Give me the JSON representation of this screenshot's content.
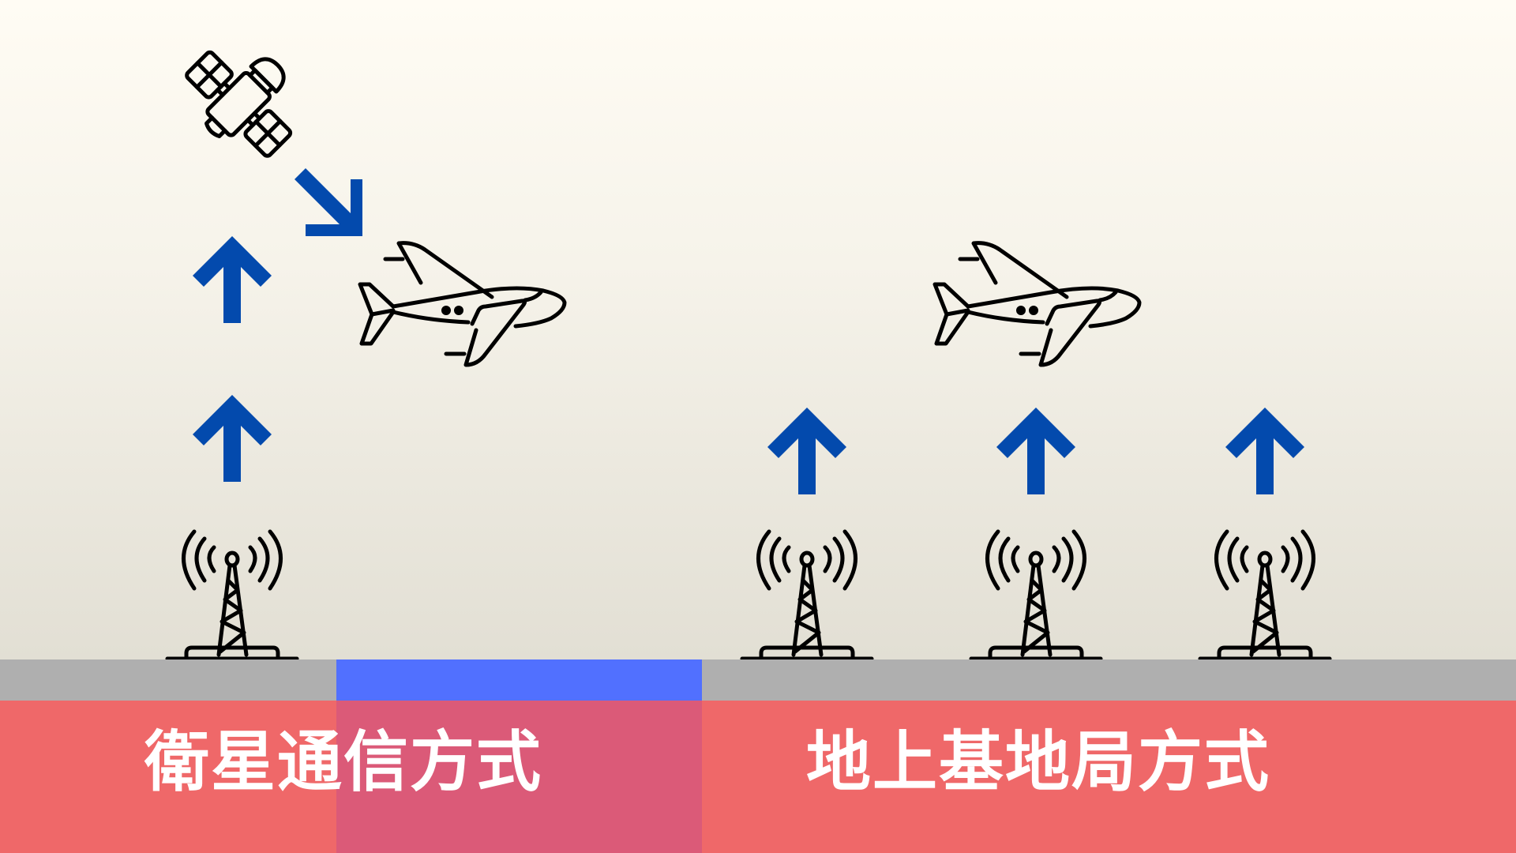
{
  "diagram": {
    "title": "衛星通信方式 vs 地上基地局方式",
    "colors": {
      "sky_top": "#fffcf4",
      "sky_bottom": "#e2dfd4",
      "ground": "#afafaf",
      "label_band": "#ef6869",
      "highlight_strip": "#5170ff",
      "highlight_band": "#db5a78",
      "arrow": "#034aad",
      "icon_stroke": "#000000",
      "caption_text": "#ffffff"
    },
    "sections": [
      {
        "id": "satellite",
        "label": "衛星通信方式",
        "nodes": [
          {
            "type": "satellite-icon"
          },
          {
            "type": "airplane-icon"
          },
          {
            "type": "tower-icon",
            "count": 1
          }
        ],
        "arrows": [
          {
            "direction": "up",
            "from": "tower",
            "to": "satellite"
          },
          {
            "direction": "up",
            "from": "tower",
            "to": "satellite"
          },
          {
            "direction": "down-right",
            "from": "satellite",
            "to": "airplane"
          }
        ]
      },
      {
        "id": "ground",
        "label": "地上基地局方式",
        "nodes": [
          {
            "type": "airplane-icon"
          },
          {
            "type": "tower-icon",
            "count": 3
          }
        ],
        "arrows": [
          {
            "direction": "up",
            "from": "tower-1",
            "to": "airplane"
          },
          {
            "direction": "up",
            "from": "tower-2",
            "to": "airplane"
          },
          {
            "direction": "up",
            "from": "tower-3",
            "to": "airplane"
          }
        ]
      }
    ]
  }
}
